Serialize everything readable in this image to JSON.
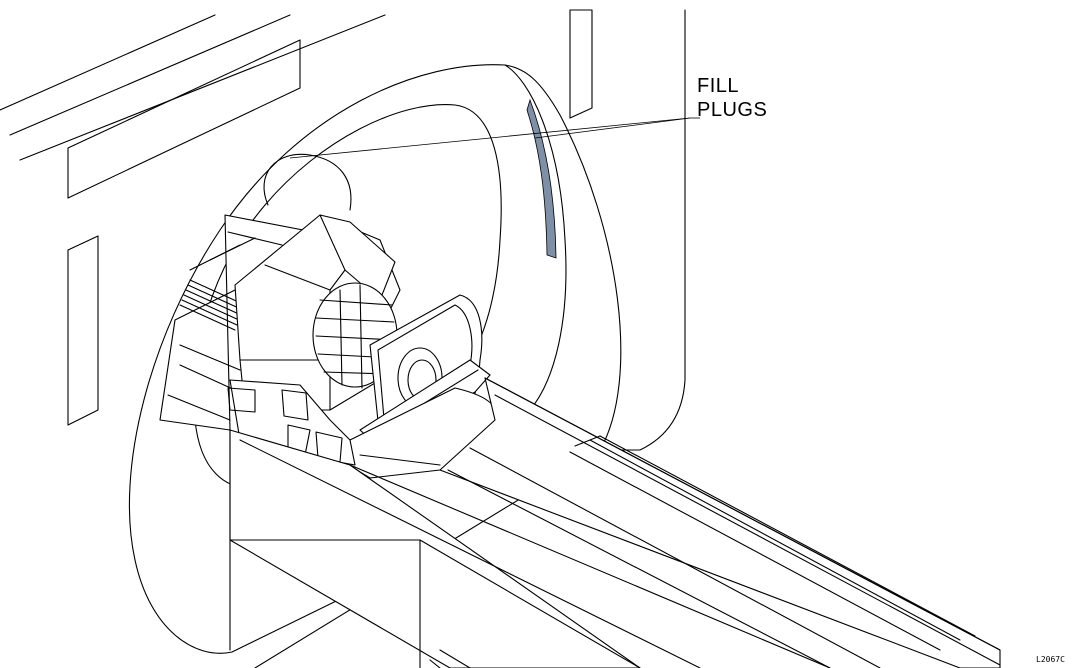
{
  "callout": {
    "line1": "FILL",
    "line2": "PLUGS"
  },
  "figure_id": "L2067C",
  "colors": {
    "highlight": "#7f8fa6",
    "line": "#000000",
    "background": "#ffffff"
  }
}
